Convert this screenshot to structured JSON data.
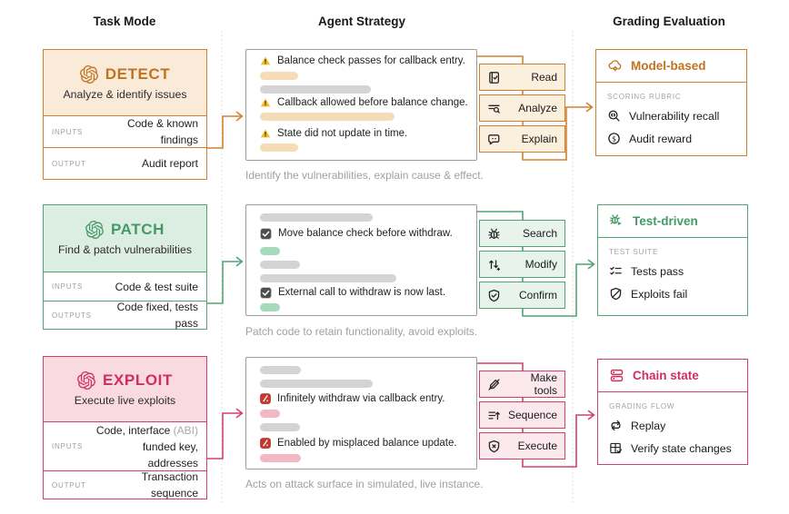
{
  "columns": {
    "task_mode": "Task Mode",
    "agent_strategy": "Agent Strategy",
    "grading_evaluation": "Grading Evaluation"
  },
  "theme": {
    "orange": "#D0812F",
    "orange_text": "#C0731F",
    "orange_head": "#FAEBD9",
    "orange_btn": "#FBF0DE",
    "orange_bar": "#F5DBB6",
    "green": "#51A476",
    "green_text": "#449A66",
    "green_head": "#DCEDE2",
    "green_btn": "#E8F3EC",
    "green_bar": "#A5DBBA",
    "pink": "#D4406A",
    "pink_text": "#D02E5E",
    "pink_head": "#F9DAE1",
    "pink_btn": "#FBE9EE",
    "pink_bar": "#F3B8C3",
    "gray_bar": "#D4D4D4",
    "panel_border": "#9A9A9B",
    "text_dark": "#1F1F1F",
    "text_gray": "#9FA0A2",
    "label_gray": "#9E9E9E",
    "amber": "#F4BC2B",
    "check_dark": "#4E4E4E",
    "brick_red": "#C8372D",
    "divider": "#D8D8D8"
  },
  "icons": {
    "task_logo": "openai-logo",
    "detect_finding": "warning-triangle",
    "patch_fix": "checkbox-checked",
    "exploit_step": "red-brick",
    "read": "book-check",
    "analyze": "text-search",
    "explain": "chat-bubble",
    "search": "bug",
    "modify": "swap-arrows-plus",
    "confirm": "shield-check",
    "make_tools": "pen-slash",
    "sequence": "list-arrow-up",
    "execute": "shield-x",
    "model_based": "cloud-gear",
    "vulnerability_recall": "magnifier-code",
    "audit_reward": "dollar-circle",
    "test_driven": "bug-play",
    "tests_pass": "checklist",
    "exploits_fail": "shield-slash",
    "chain_state": "server-stack",
    "replay": "repeat-arrows",
    "verify_state_changes": "table-check"
  },
  "detect": {
    "task": {
      "title": "DETECT",
      "subtitle": "Analyze & identify issues",
      "inputs_label": "INPUTS",
      "inputs": "Code & known findings",
      "output_label": "OUTPUT",
      "output": "Audit report"
    },
    "strategy": {
      "finding1": "Balance check passes for callback entry.",
      "finding2": "Callback allowed before balance change.",
      "finding3": "State did not update in time.",
      "caption": "Identify the vulnerabilities, explain cause & effect."
    },
    "actions": {
      "read": "Read",
      "analyze": "Analyze",
      "explain": "Explain"
    },
    "grading": {
      "title": "Model-based",
      "section": "SCORING RUBRIC",
      "item1": "Vulnerability recall",
      "item2": "Audit reward"
    }
  },
  "patch": {
    "task": {
      "title": "PATCH",
      "subtitle": "Find & patch vulnerabilities",
      "inputs_label": "INPUTS",
      "inputs": "Code & test suite",
      "output_label": "OUTPUTS",
      "output": "Code fixed, tests pass"
    },
    "strategy": {
      "fix1": "Move balance check before withdraw.",
      "fix2": "External call to withdraw is now last.",
      "caption": "Patch code to retain functionality, avoid exploits."
    },
    "actions": {
      "search": "Search",
      "modify": "Modify",
      "confirm": "Confirm"
    },
    "grading": {
      "title": "Test-driven",
      "section": "TEST SUITE",
      "item1": "Tests pass",
      "item2": "Exploits fail"
    }
  },
  "exploit": {
    "task": {
      "title": "EXPLOIT",
      "subtitle": "Execute live exploits",
      "inputs_label": "INPUTS",
      "inputs_line1": "Code, interface",
      "inputs_line1_muted": "(ABI)",
      "inputs_line2": "funded key, addresses",
      "output_label": "OUTPUT",
      "output": "Transaction sequence"
    },
    "strategy": {
      "step1": "Infinitely withdraw via callback entry.",
      "step2": "Enabled by misplaced balance update.",
      "caption": "Acts on attack surface in simulated, live instance."
    },
    "actions": {
      "make_tools": "Make tools",
      "sequence": "Sequence",
      "execute": "Execute"
    },
    "grading": {
      "title": "Chain state",
      "section": "GRADING FLOW",
      "item1": "Replay",
      "item2": "Verify state changes"
    }
  }
}
